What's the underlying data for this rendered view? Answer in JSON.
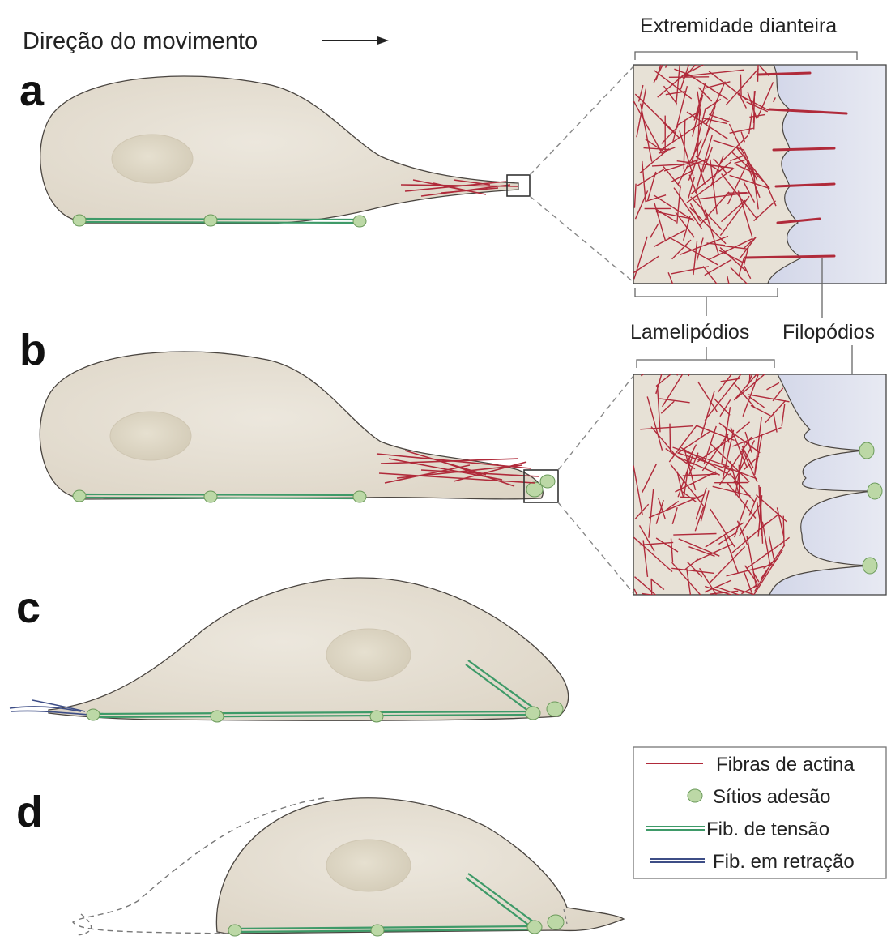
{
  "header": {
    "direction_label": "Direção do movimento"
  },
  "panels": [
    {
      "letter": "a"
    },
    {
      "letter": "b"
    },
    {
      "letter": "c"
    },
    {
      "letter": "d"
    }
  ],
  "callouts": {
    "leading_edge": "Extremidade dianteira",
    "lamellipodia": "Lamelipódios",
    "filopodia": "Filopódios"
  },
  "legend": {
    "items": [
      {
        "label": "Fibras de actina",
        "icon": "actin-line"
      },
      {
        "label": "Sítios adesão",
        "icon": "adhesion-site"
      },
      {
        "label": "Fib. de tensão",
        "icon": "stress-fiber-line"
      },
      {
        "label": "Fib. em retração",
        "icon": "retracting-fiber-line"
      }
    ]
  },
  "colors": {
    "cell_fill": "#e7e1d6",
    "cell_stroke": "#4a4540",
    "nucleus_fill": "#ddd6c5",
    "actin": "#b02a3a",
    "stress_fiber": "#3e9a68",
    "adhesion": "#bcd8a6",
    "retracting_fiber": "#3d4d86",
    "leading_edge_bg": "#c9cde3"
  }
}
